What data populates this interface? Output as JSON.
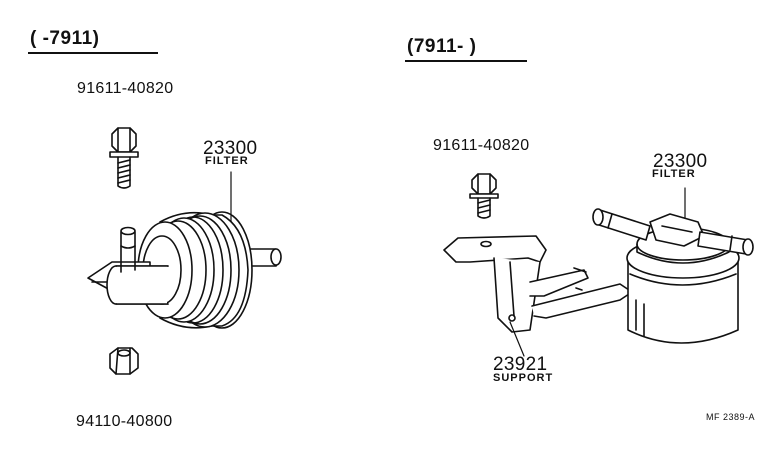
{
  "left_panel": {
    "range_label": "(      -7911)",
    "bolt_part": "91611-40820",
    "filter_part": "23300",
    "filter_caption": "FILTER",
    "nut_part": "94110-40800"
  },
  "right_panel": {
    "range_label": "(7911-        )",
    "bolt_part": "91611-40820",
    "filter_part": "23300",
    "filter_caption": "FILTER",
    "support_part": "23921",
    "support_caption": "SUPPORT"
  },
  "diagram_ref": "MF 2389-A"
}
